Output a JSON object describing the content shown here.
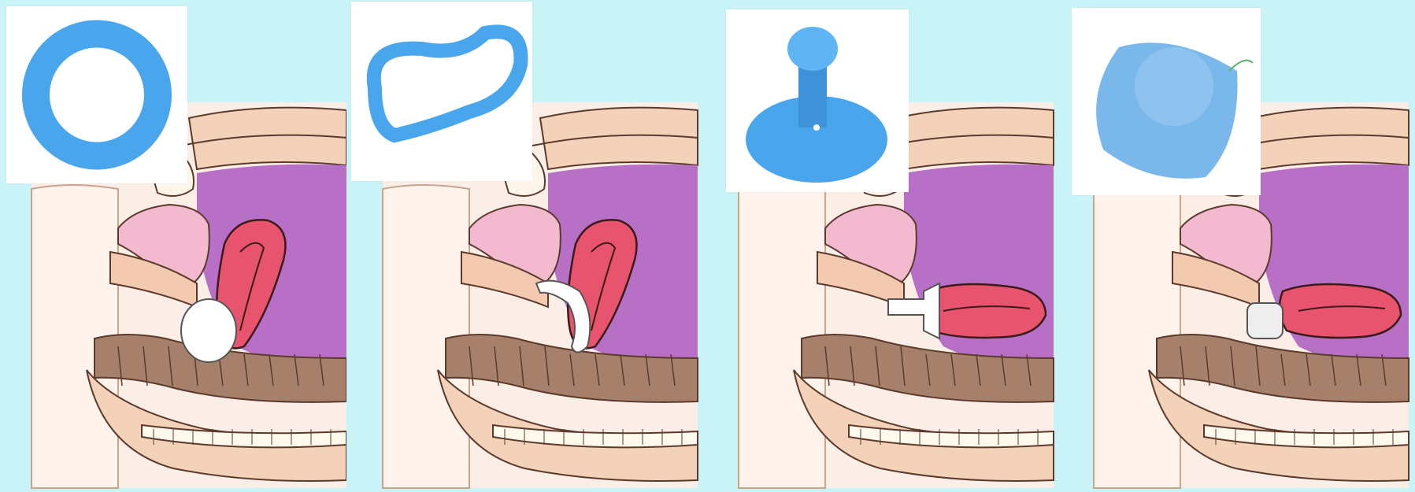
{
  "figure": {
    "panels": [
      {
        "device": "ring-pessary",
        "product_icon": "ring-pessary-icon"
      },
      {
        "device": "hodge-pessary",
        "product_icon": "hodge-pessary-icon"
      },
      {
        "device": "gellhorn-pessary",
        "product_icon": "gellhorn-pessary-icon"
      },
      {
        "device": "cube-pessary",
        "product_icon": "cube-pessary-icon"
      }
    ]
  },
  "colors": {
    "background": "#c9f3f6",
    "device_blue": "#4aa6ec",
    "skin": "#f3d2b9",
    "uterus": "#e8546d",
    "bowel": "#a6806a",
    "pelvic_cavity": "#b86fc6"
  }
}
